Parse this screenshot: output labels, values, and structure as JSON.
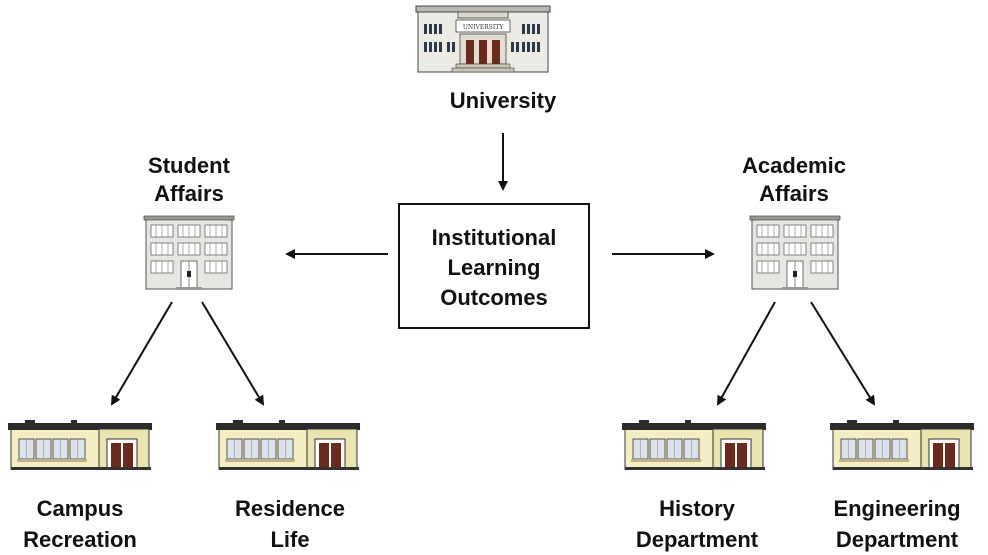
{
  "diagram": {
    "root": {
      "name": "University",
      "sign": "UNIVERSITY"
    },
    "center": {
      "lines": [
        "Institutional",
        "Learning",
        "Outcomes"
      ]
    },
    "left_branch": {
      "lines": [
        "Student",
        "Affairs"
      ]
    },
    "right_branch": {
      "lines": [
        "Academic",
        "Affairs"
      ]
    },
    "leaves": [
      {
        "lines": [
          "Campus",
          "Recreation"
        ]
      },
      {
        "lines": [
          "Residence",
          "Life"
        ]
      },
      {
        "lines": [
          "History",
          "Department"
        ]
      },
      {
        "lines": [
          "Engineering",
          "Department"
        ]
      }
    ],
    "colors": {
      "building_fill": "#f4eec2",
      "building_stroke": "#333333",
      "roof": "#2b2b2b",
      "window": "#dde3ea",
      "door": "#6b2a1c",
      "arrow": "#111111"
    }
  }
}
